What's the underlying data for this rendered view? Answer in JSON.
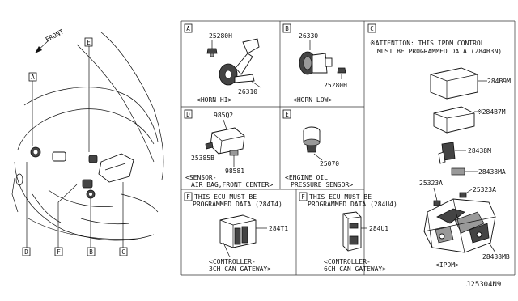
{
  "diagram_code": "J25304N9",
  "front_label": "FRONT",
  "callouts": {
    "left_top": [
      "A",
      "E"
    ],
    "left_bottom": [
      "D",
      "F",
      "B",
      "C"
    ]
  },
  "sections": {
    "A": {
      "letter": "A",
      "parts": [
        "25280H",
        "26310"
      ],
      "caption": "<HORN HI>"
    },
    "B": {
      "letter": "B",
      "parts": [
        "26330",
        "25280H"
      ],
      "caption": "<HORN LOW>"
    },
    "C": {
      "letter": "C",
      "attention_line1": "※ATTENTION: THIS IPDM CONTROL",
      "attention_line2": "MUST BE PROGRAMMED DATA (284B3N)",
      "parts": [
        "284B9M",
        "※284B7M",
        "28438M",
        "28438MA",
        "25323A",
        "25323A",
        "28438MB"
      ],
      "caption": "<IPDM>"
    },
    "D": {
      "letter": "D",
      "parts": [
        "985Q2",
        "25385B",
        "98581"
      ],
      "caption_line1": "<SENSOR-",
      "caption_line2": "AIR BAG,FRONT CENTER>"
    },
    "E": {
      "letter": "E",
      "parts": [
        "25070"
      ],
      "caption_line1": "<ENGINE OIL",
      "caption_line2": "PRESSURE SENSOR>"
    },
    "F1": {
      "letter": "F",
      "note_line1": "THIS ECU MUST BE",
      "note_line2": "PROGRAMMED DATA (284T4)",
      "parts": [
        "284T1"
      ],
      "caption_line1": "<CONTROLLER-",
      "caption_line2": "3CH CAN GATEWAY>"
    },
    "F2": {
      "letter": "F",
      "note_line1": "THIS ECU MUST BE",
      "note_line2": "PROGRAMMED DATA (284U4)",
      "parts": [
        "284U1"
      ],
      "caption_line1": "<CONTROLLER-",
      "caption_line2": "6CH CAN GATEWAY>"
    }
  }
}
